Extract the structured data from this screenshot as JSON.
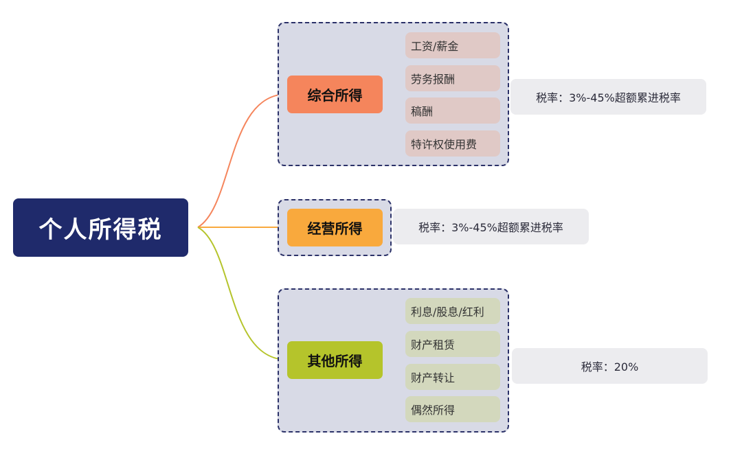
{
  "root": {
    "label": "个人所得税"
  },
  "categories": [
    {
      "label": "综合所得",
      "color": "#f5855c",
      "items": [
        "工资/薪金",
        "劳务报酬",
        "稿酬",
        "特许权使用费"
      ],
      "note": "税率：3%-45%超额累进税率"
    },
    {
      "label": "经营所得",
      "color": "#f9a93d",
      "items": [],
      "note": "税率：3%-45%超额累进税率"
    },
    {
      "label": "其他所得",
      "color": "#b5c42b",
      "items": [
        "利息/股息/红利",
        "财产租赁",
        "财产转让",
        "偶然所得"
      ],
      "note": "税率：20%"
    }
  ],
  "colors": {
    "root": "#1f2a6b",
    "group_fill": "#d8dae6",
    "group_border": "#2b3168",
    "note_fill": "#ececef"
  }
}
